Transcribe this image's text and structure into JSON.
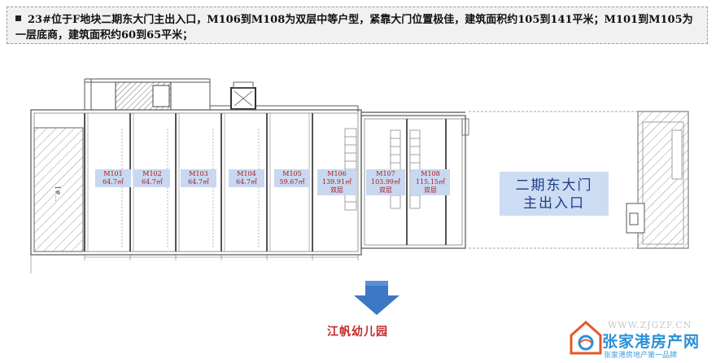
{
  "description": "23#位于F地块二期东大门主出入口，M106到M108为双层中等户型，紧靠大门位置极佳，建筑面积约105到141平米；M101到M105为一层底商，建筑面积约60到65平米；",
  "units": [
    {
      "id": "M101",
      "area": "64.7㎡",
      "note": ""
    },
    {
      "id": "M102",
      "area": "64.7㎡",
      "note": ""
    },
    {
      "id": "M103",
      "area": "64.7㎡",
      "note": ""
    },
    {
      "id": "M104",
      "area": "64.7㎡",
      "note": ""
    },
    {
      "id": "M105",
      "area": "59.67㎡",
      "note": ""
    },
    {
      "id": "M106",
      "area": "139.91㎡",
      "note": "双层"
    },
    {
      "id": "M107",
      "area": "103.99㎡",
      "note": "双层"
    },
    {
      "id": "M108",
      "area": "115.15㎡",
      "note": "双层"
    }
  ],
  "gate_label_line1": "二期东大门",
  "gate_label_line2": "主出入口",
  "kindergarten_label": "江帆幼儿园",
  "watermark": {
    "url": "WWW.ZJGZF.CN",
    "name": "张家港房产网",
    "slogan": "张家港房地产第一品牌"
  },
  "colors": {
    "unit_label_bg": "#c8d8f0",
    "unit_label_text": "#b01818",
    "arrow": "#3d78c6",
    "kindergarten_text": "#c42929",
    "gate_bg": "#ccdcf3",
    "gate_text": "#1e3d8c"
  }
}
